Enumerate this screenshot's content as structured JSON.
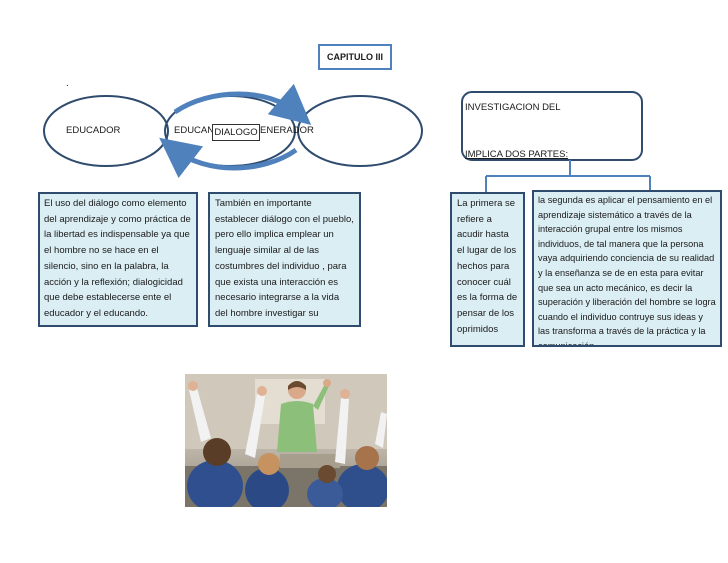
{
  "header": {
    "title": "CAPITULO III",
    "dot": "."
  },
  "diagram": {
    "left_ellipse_label": "EDUCADOR",
    "middle_ellipse_label": "EDUCAN",
    "dialogo_label": "DIALOGO",
    "right_fragment_label": "ENERADOR",
    "investigacion_label": "INVESTIGACION DEL",
    "implica_label": "IMPLICA DOS PARTES:"
  },
  "boxes": {
    "box1": "El uso del diálogo como elemento del aprendizaje y como práctica de la libertad es indispensable ya que el hombre no se hace en el silencio, sino en la palabra, la acción y la reflexión; dialogicidad que debe establecerse ente el educador y el educando.",
    "box2": "También en importante establecer diálogo con el pueblo, pero ello implica emplear un lenguaje similar al de las costumbres del individuo , para que exista una interacción es necesario integrarse a la vida del hombre investigar su lenguaje su actividad y pensamiento; posteriormente, a través de la educación problematizadora",
    "box3": "La primera se refiere a acudir hasta el lugar de los hechos para conocer cuál es la forma de pensar de los oprimidos",
    "box4": "la segunda es aplicar el pensamiento en el aprendizaje sistemático a través de la interacción grupal entre los mismos individuos, de tal manera que la persona vaya adquiriendo conciencia de su realidad y la enseñanza se de en esta para evitar que sea un acto mecánico, es decir la superación y liberación del hombre se logra cuando el individuo contruye sus ideas y las transforma a través de la práctica y la comunicación."
  },
  "colors": {
    "ellipse_stroke": "#2f4b6e",
    "arrow": "#4f81bd",
    "box_fill": "#dbeef4",
    "box_border": "#2f4b6e"
  }
}
